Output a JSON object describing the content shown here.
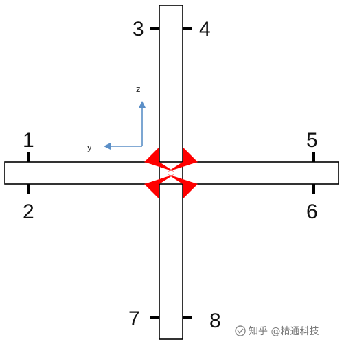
{
  "diagram": {
    "labels": {
      "p1": "1",
      "p2": "2",
      "p3": "3",
      "p4": "4",
      "p5": "5",
      "p6": "6",
      "p7": "7",
      "p8": "8"
    },
    "axes": {
      "z": "z",
      "y": "y"
    },
    "colors": {
      "beam_stroke": "#000000",
      "beam_fill": "#ffffff",
      "weld": "#ff0000",
      "axis": "#5b8fc7",
      "tick": "#000000"
    }
  },
  "watermark": {
    "text": "知乎 @精通科技",
    "icon": "wechat-channel-icon"
  }
}
